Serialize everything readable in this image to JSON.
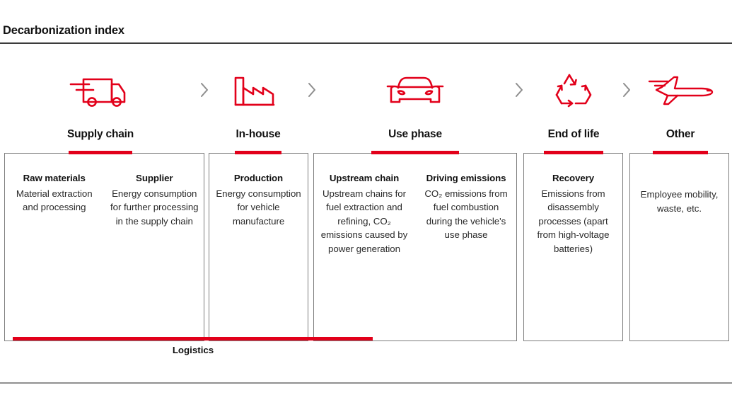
{
  "page": {
    "title": "Decarbonization index"
  },
  "colors": {
    "accent_red": "#e2001a",
    "rule_dark": "#3c3c3c",
    "box_border": "#7d7d7d",
    "text": "#111111"
  },
  "flow": {
    "separator_icon": "chevron-right-icon",
    "stages": [
      {
        "id": "supply-chain",
        "label": "Supply chain",
        "icon": "truck-icon",
        "columns": [
          {
            "heading": "Raw materials",
            "body": "Material extraction and processing"
          },
          {
            "heading": "Supplier",
            "body": "Energy consumption for further processing in the supply chain"
          }
        ]
      },
      {
        "id": "in-house",
        "label": "In-house",
        "icon": "factory-icon",
        "columns": [
          {
            "heading": "Production",
            "body": "Energy consumption for vehicle manufacture"
          }
        ]
      },
      {
        "id": "use-phase",
        "label": "Use phase",
        "icon": "car-icon",
        "columns": [
          {
            "heading": "Upstream chain",
            "body": "Upstream chains for fuel extraction and refining, CO₂ emissions caused by power generation"
          },
          {
            "heading": "Driving emissions",
            "body": "CO₂ emissions from fuel combustion during the vehicle's use phase"
          }
        ]
      },
      {
        "id": "end-of-life",
        "label": "End of life",
        "icon": "recycle-icon",
        "columns": [
          {
            "heading": "Recovery",
            "body": "Emissions from disassembly processes (apart from high-voltage batteries)"
          }
        ]
      },
      {
        "id": "other",
        "label": "Other",
        "icon": "airplane-icon",
        "columns": [
          {
            "heading": "",
            "body": "Employee mobility, waste, etc."
          }
        ]
      }
    ]
  },
  "logistics": {
    "label": "Logistics"
  }
}
